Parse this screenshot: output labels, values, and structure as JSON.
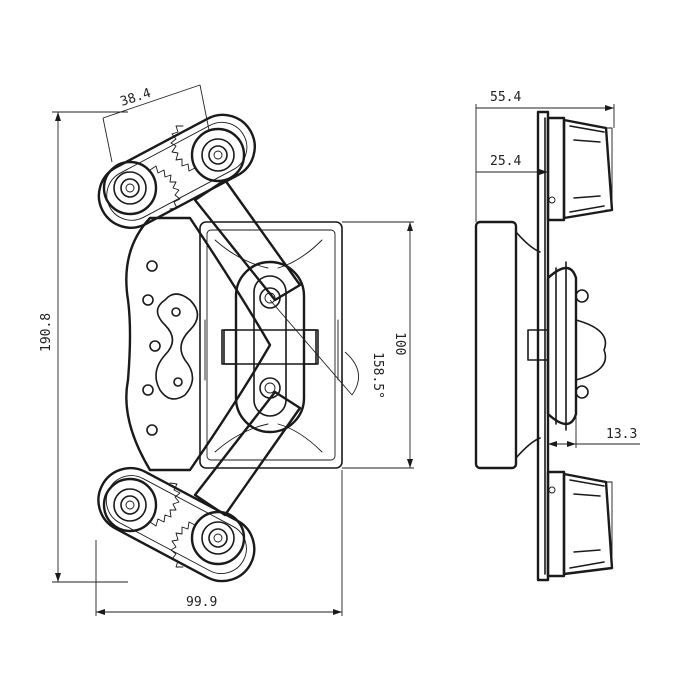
{
  "drawing": {
    "views": [
      "front-view",
      "side-view"
    ],
    "dimensions": {
      "top_pitch": "38.4",
      "total_height": "190.8",
      "base_plate_height": "100",
      "angle": "158.5°",
      "overall_width": "99.9",
      "side_depth": "55.4",
      "side_inner_depth": "25.4",
      "side_offset": "13.3"
    },
    "line_color": "#1a1a1a",
    "background": "#ffffff"
  }
}
